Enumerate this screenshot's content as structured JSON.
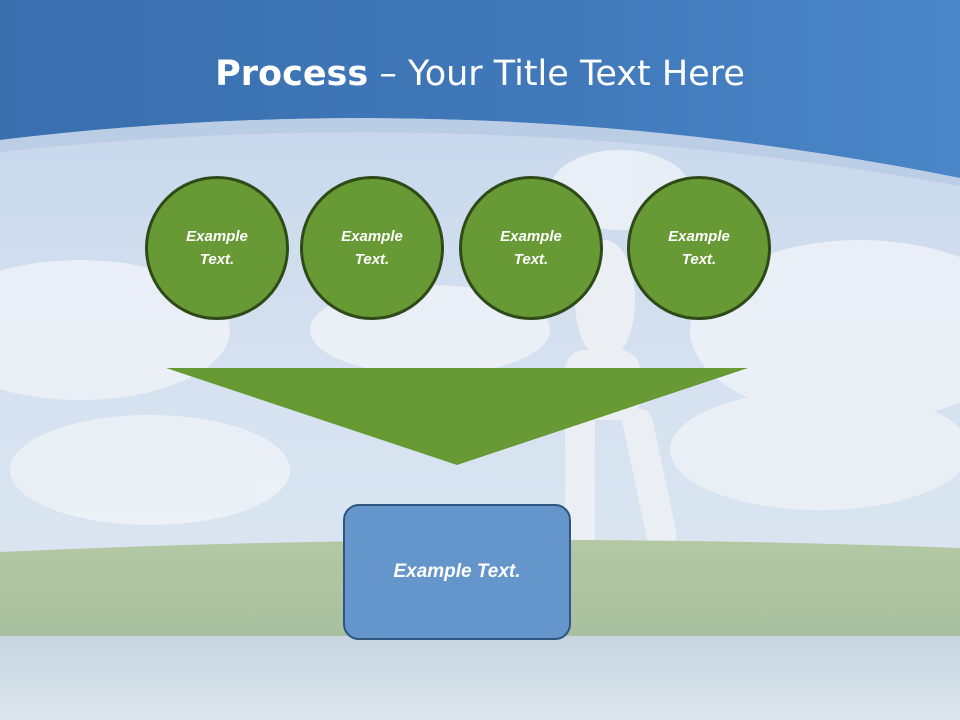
{
  "title": {
    "bold": "Process",
    "rest": " – Your Title Text Here"
  },
  "steps": [
    {
      "label": "Example Text."
    },
    {
      "label": "Example Text."
    },
    {
      "label": "Example Text."
    },
    {
      "label": "Example Text."
    }
  ],
  "result": {
    "label": "Example Text."
  },
  "colors": {
    "header_blue": "#3f78b8",
    "step_green": "#679a34",
    "step_border": "#2e4a18",
    "result_blue": "#6496cc",
    "result_border": "#2f5680"
  }
}
